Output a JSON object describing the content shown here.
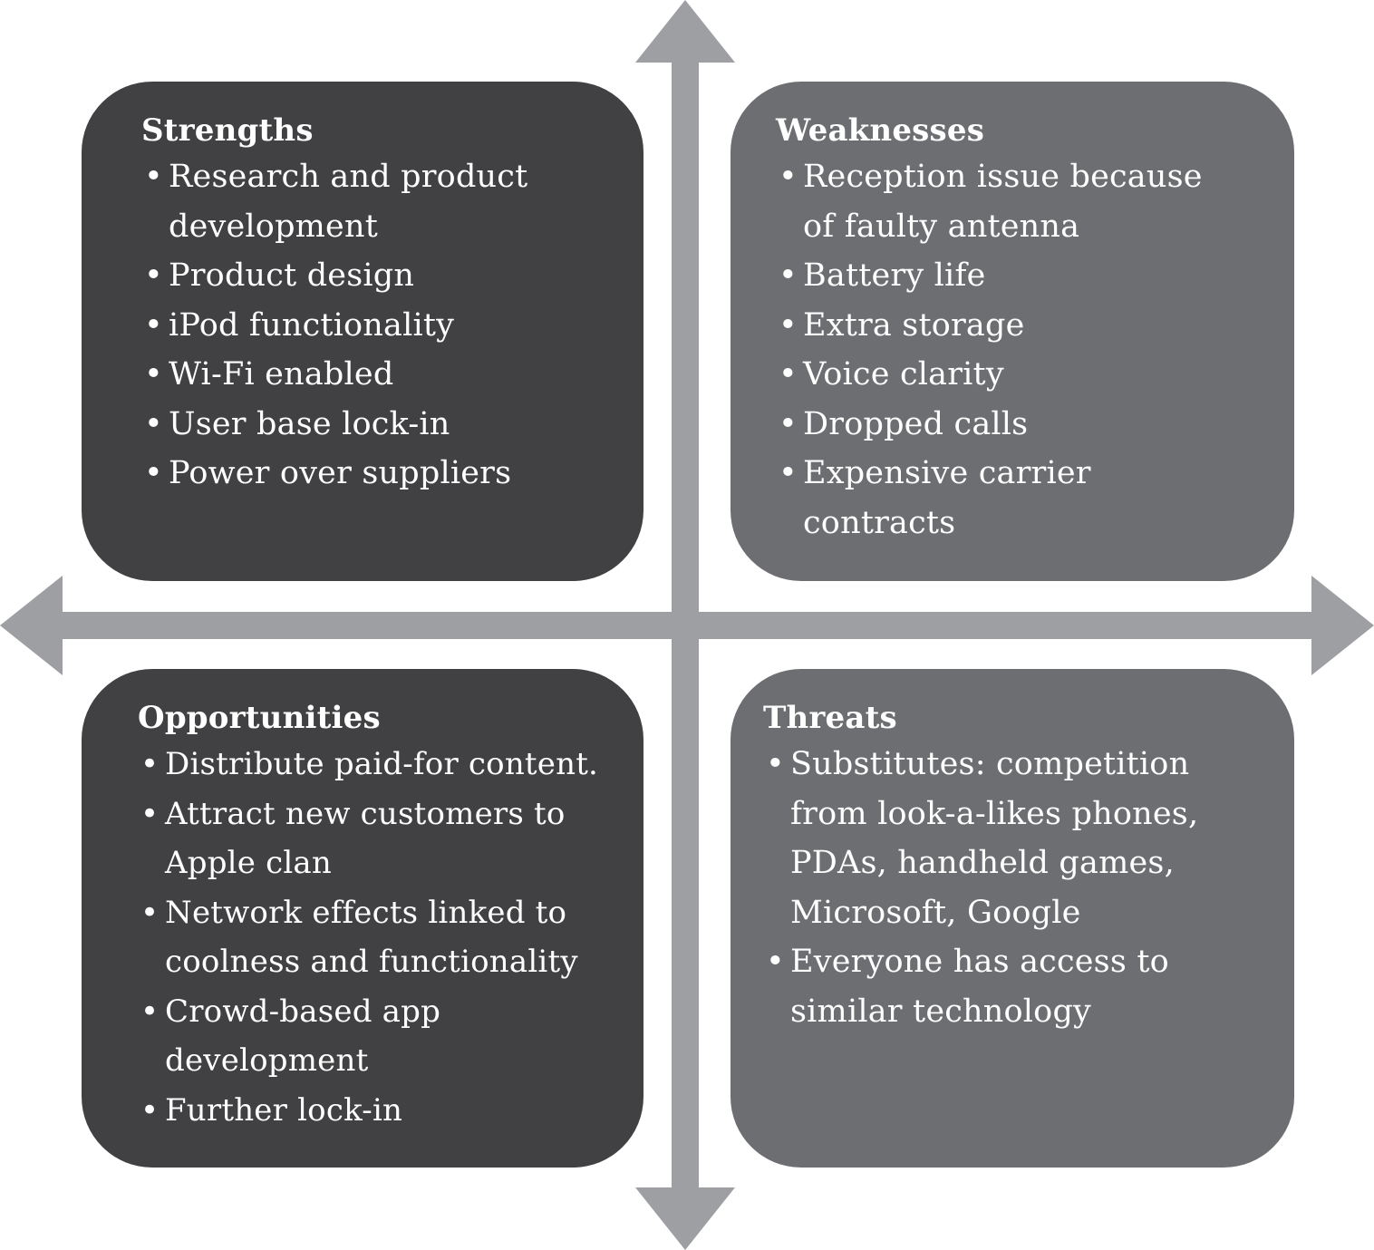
{
  "colors": {
    "axis": "#9d9fa2",
    "dark_box": "#414042",
    "medium_box": "#6d6e71",
    "text": "#ffffff"
  },
  "quadrants": {
    "strengths": {
      "title": "Strengths",
      "items": [
        [
          "Research and product",
          "development"
        ],
        [
          "Product design"
        ],
        [
          "iPod functionality"
        ],
        [
          "Wi-Fi enabled"
        ],
        [
          "User base lock-in"
        ],
        [
          "Power over suppliers"
        ]
      ]
    },
    "weaknesses": {
      "title": "Weaknesses",
      "items": [
        [
          "Reception issue because",
          "of faulty antenna"
        ],
        [
          "Battery life"
        ],
        [
          "Extra storage"
        ],
        [
          "Voice clarity"
        ],
        [
          "Dropped calls"
        ],
        [
          "Expensive carrier",
          "contracts"
        ]
      ]
    },
    "opportunities": {
      "title": "Opportunities",
      "items": [
        [
          "Distribute paid-for content."
        ],
        [
          "Attract new customers to",
          "Apple clan"
        ],
        [
          "Network effects linked to",
          "coolness and functionality"
        ],
        [
          "Crowd-based app",
          "development"
        ],
        [
          "Further lock-in"
        ]
      ]
    },
    "threats": {
      "title": "Threats",
      "items": [
        [
          "Substitutes: competition",
          "from look-a-likes phones,",
          "PDAs, handheld games,",
          "Microsoft, Google"
        ],
        [
          "Everyone has access to",
          "similar technology"
        ]
      ]
    }
  }
}
